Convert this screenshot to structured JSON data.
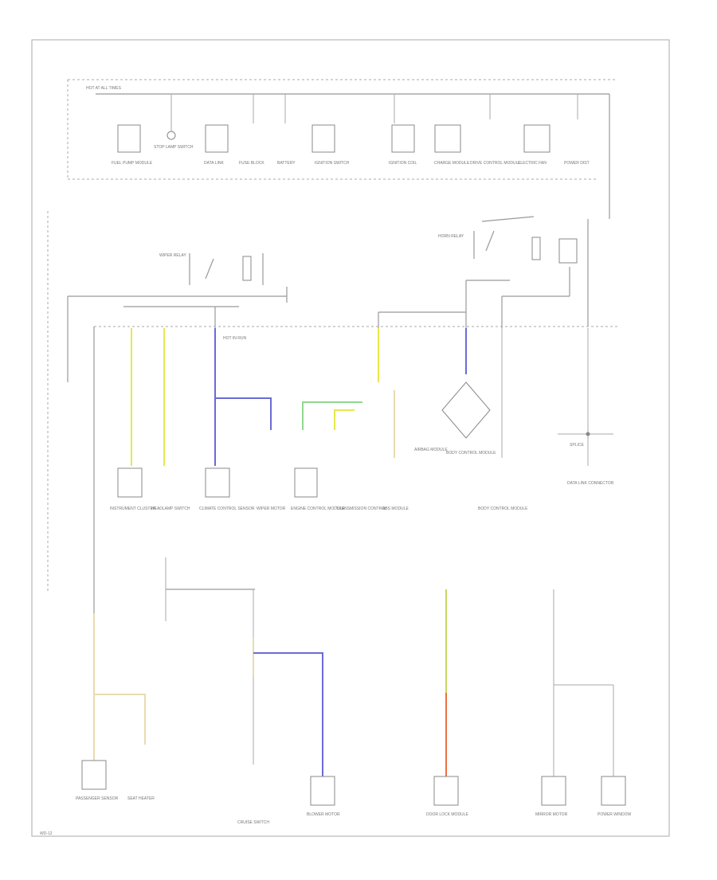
{
  "labels": {
    "top_bus": "HOT AT ALL TIMES",
    "mid_bus": "HOT IN RUN",
    "relay_left": "WIPER RELAY",
    "relay_right": "HORN RELAY",
    "module": "BODY CONTROL MODULE",
    "junction": "SPLICE",
    "footer": "WD-12"
  },
  "top_components": [
    "FUEL PUMP MODULE",
    "STOP LAMP SWITCH",
    "DATA LINK",
    "FUSE BLOCK",
    "BATTERY",
    "IGNITION SWITCH",
    "IGNITION COIL",
    "CHARGE MODULE",
    "DRIVE CONTROL MODULE",
    "ELECTRIC FAN",
    "POWER DIST"
  ],
  "mid_components": [
    "INSTRUMENT CLUSTER",
    "HEADLAMP SWITCH",
    "CLIMATE CONTROL SENSOR",
    "WIPER MOTOR",
    "ENGINE CONTROL MODULE",
    "TRANSMISSION CONTROL",
    "ABS MODULE",
    "AIRBAG MODULE",
    "BODY CONTROL MODULE",
    "DATA LINK CONNECTOR"
  ],
  "bottom_components": [
    "PASSENGER SENSOR",
    "SEAT HEATER",
    "CRUISE SWITCH",
    "BLOWER MOTOR",
    "DOOR LOCK MODULE",
    "MIRROR MOTOR",
    "POWER WINDOW"
  ],
  "colors": {
    "wire_yellow": "#e8e84a",
    "wire_blue": "#6b6bd6",
    "wire_green": "#8fd88f",
    "wire_tan": "#e8dcb0",
    "wire_orange": "#f07040",
    "wire_lime": "#c8d860",
    "line_gray": "#999999"
  }
}
